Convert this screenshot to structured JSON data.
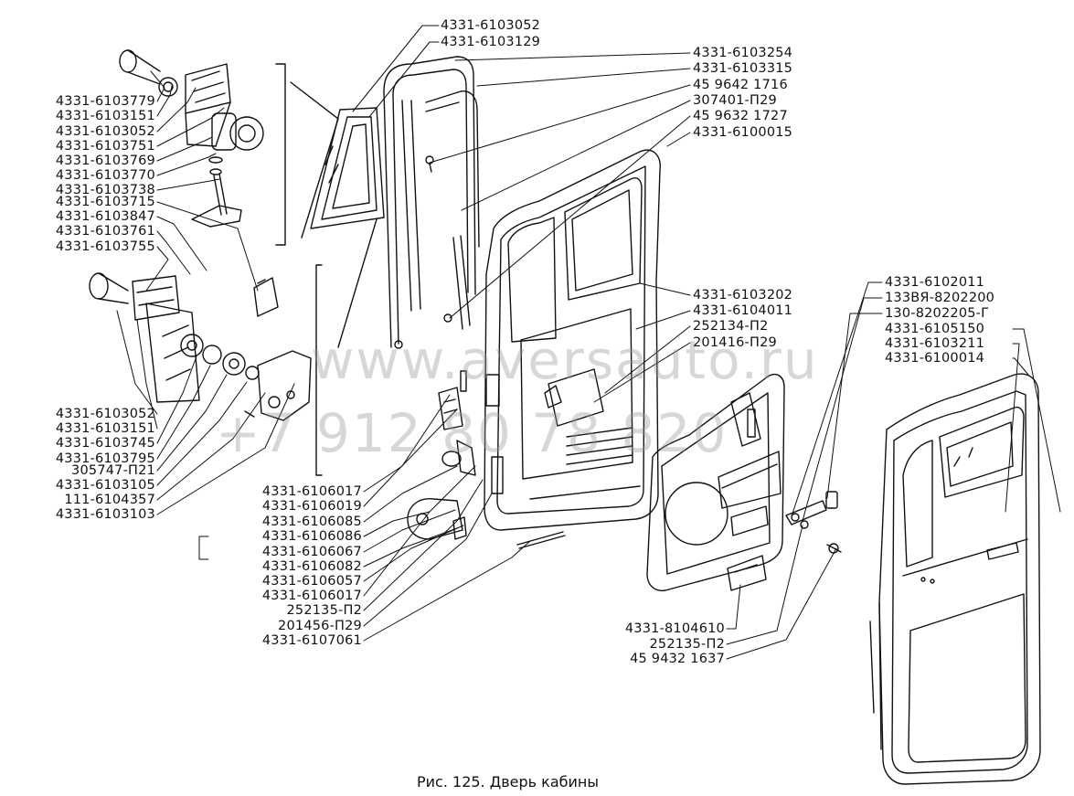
{
  "diagram": {
    "caption": "Рис. 125. Дверь кабины",
    "watermark": {
      "line1": "www.aversauto.ru",
      "line2": "+7 912 80 78 820"
    },
    "labels": {
      "left": [
        "4331-6103779",
        "4331-6103151",
        "4331-6103052",
        "4331-6103751",
        "4331-6103769",
        "4331-6103770",
        "4331-6103738",
        "4331-6103715",
        "4331-6103847",
        "4331-6103761",
        "4331-6103755",
        "4331-6103052",
        "4331-6103151",
        "4331-6103745",
        "4331-6103795",
        "305747-П21",
        "4331-6103105",
        "111-6104357",
        "4331-6103103"
      ],
      "top_center": [
        "4331-6103052",
        "4331-6103129"
      ],
      "top_right": [
        "4331-6103254",
        "4331-6103315",
        "45 9642 1716",
        "307401-П29",
        "45 9632 1727",
        "4331-6100015"
      ],
      "mid_right": [
        "4331-6103202",
        "4331-6104011",
        "252134-П2",
        "201416-П29"
      ],
      "bottom_center": [
        "4331-6106017",
        "4331-6106019",
        "4331-6106085",
        "4331-6106086",
        "4331-6106067",
        "4331-6106082",
        "4331-6106057",
        "4331-6106017",
        "252135-П2",
        "201456-П29",
        "4331-6107061"
      ],
      "far_right": [
        "4331-6102011",
        "133ВЯ-8202200",
        "130-8202205-Г",
        "4331-6105150",
        "4331-6103211",
        "4331-6100014"
      ],
      "bottom_right": [
        "4331-8104610",
        "252135-П2",
        "45 9432 1637"
      ]
    }
  }
}
